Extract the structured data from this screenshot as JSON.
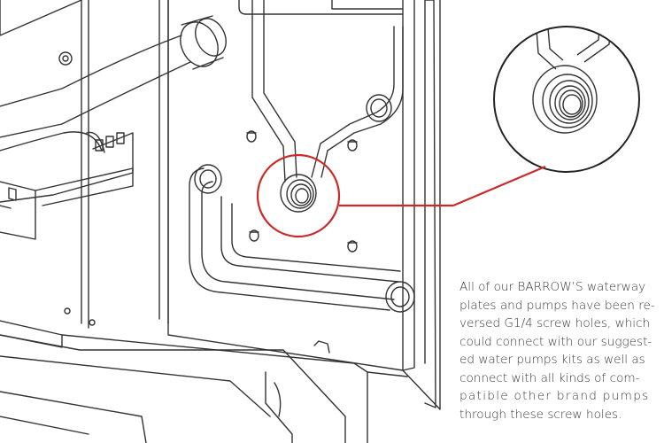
{
  "description": {
    "lines": [
      "All of our BARROW’S waterway",
      "plates and pumps have been re-",
      "versed G1/4 screw holes, which",
      "could connect with our suggest-",
      "ed water pumps kits as well as",
      "connect with all kinds of com-",
      "patible other brand pumps",
      "through these screw holes."
    ]
  },
  "colors": {
    "line_art": "#333333",
    "callout": "#cc2a2a",
    "text": "#3a3a3a"
  }
}
